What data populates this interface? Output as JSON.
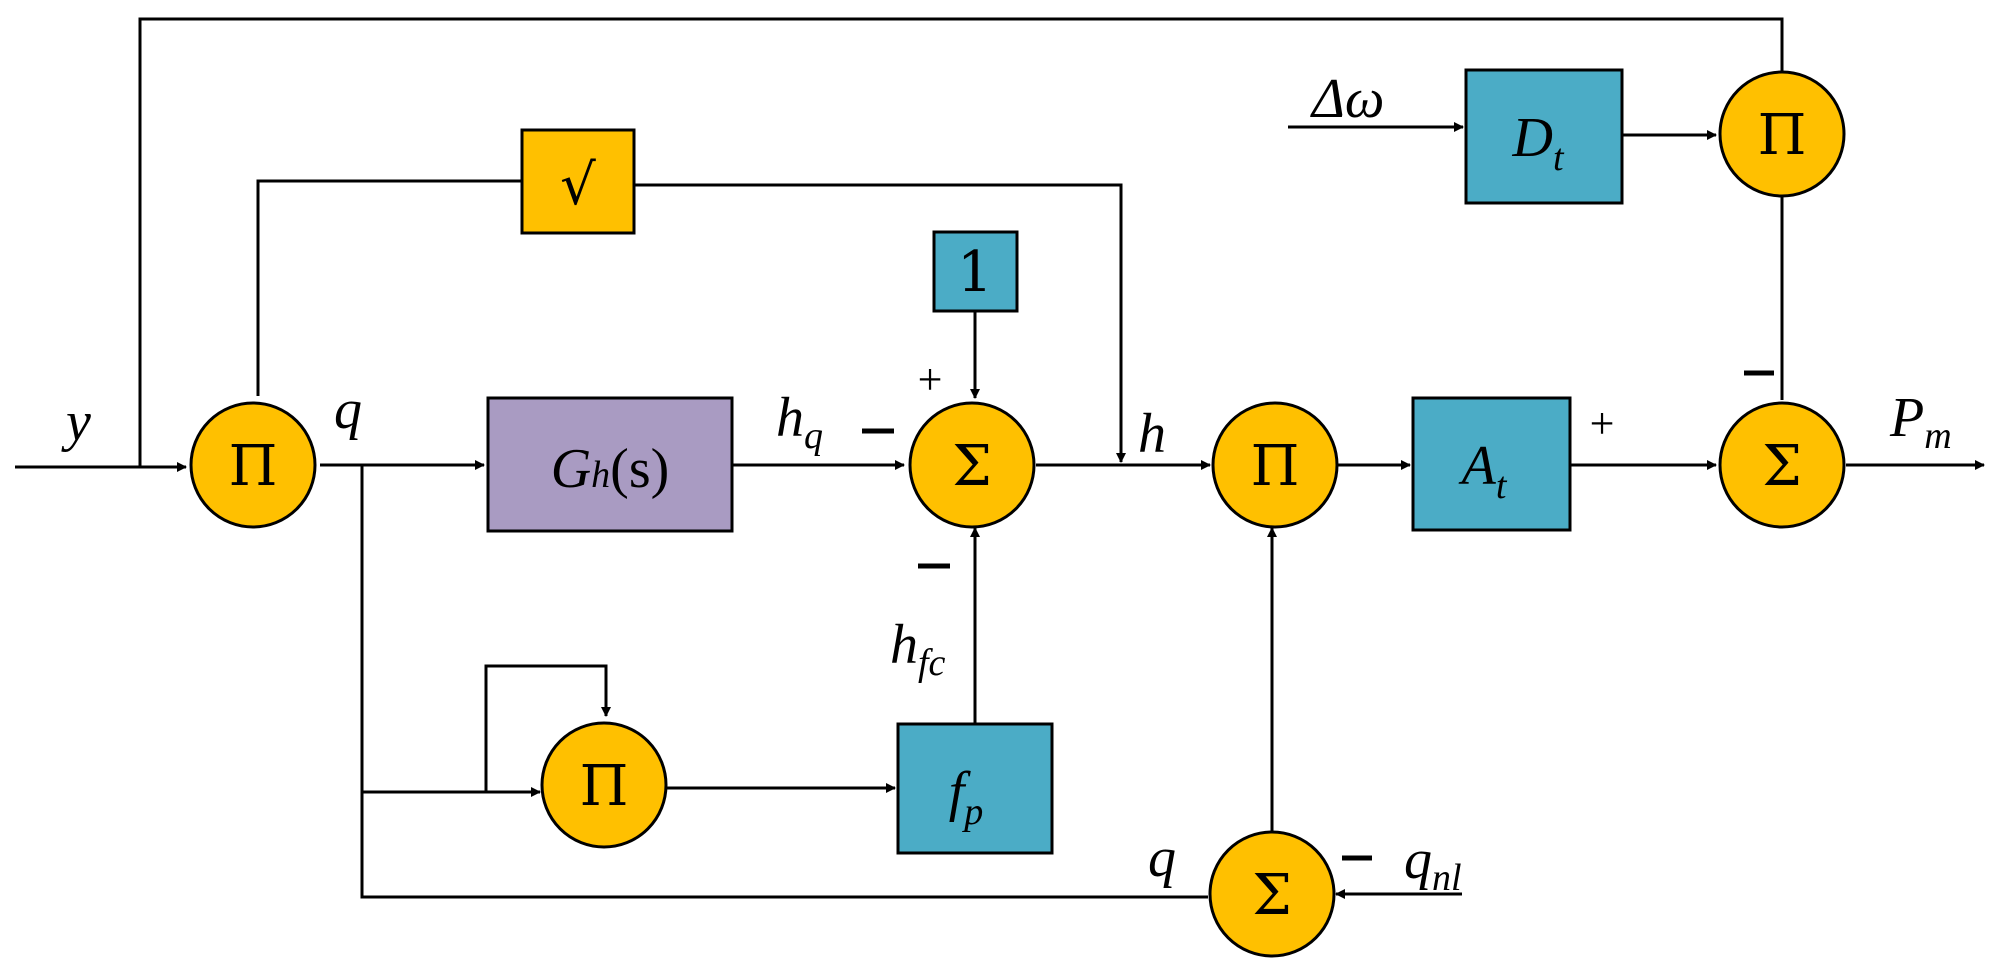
{
  "colors": {
    "node": "#ffc000",
    "gain_block": "#4bacc6",
    "transfer_block": "#a99bc2",
    "sqrt_block": "#ffc000",
    "line": "#000000"
  },
  "nodes": {
    "product_symbol": "Π",
    "sum_symbol": "Σ"
  },
  "blocks": {
    "sqrt": "√",
    "transfer": {
      "main": "G",
      "sub": "h",
      "arg": "(s)"
    },
    "one": "1",
    "dt": {
      "main": "D",
      "sub": "t"
    },
    "at": {
      "main": "A",
      "sub": "t"
    },
    "fp": {
      "main": "f",
      "sub": "p"
    }
  },
  "signals": {
    "y": "y",
    "q": "q",
    "q_bottom": "q",
    "hq": {
      "main": "h",
      "sub": "q"
    },
    "hfc": {
      "main": "h",
      "sub": "fc"
    },
    "h": "h",
    "delta_omega": "Δω",
    "pm": {
      "main": "P",
      "sub": "m"
    },
    "qnl": {
      "main": "q",
      "sub": "nl"
    }
  },
  "signs": {
    "plus": "+"
  }
}
